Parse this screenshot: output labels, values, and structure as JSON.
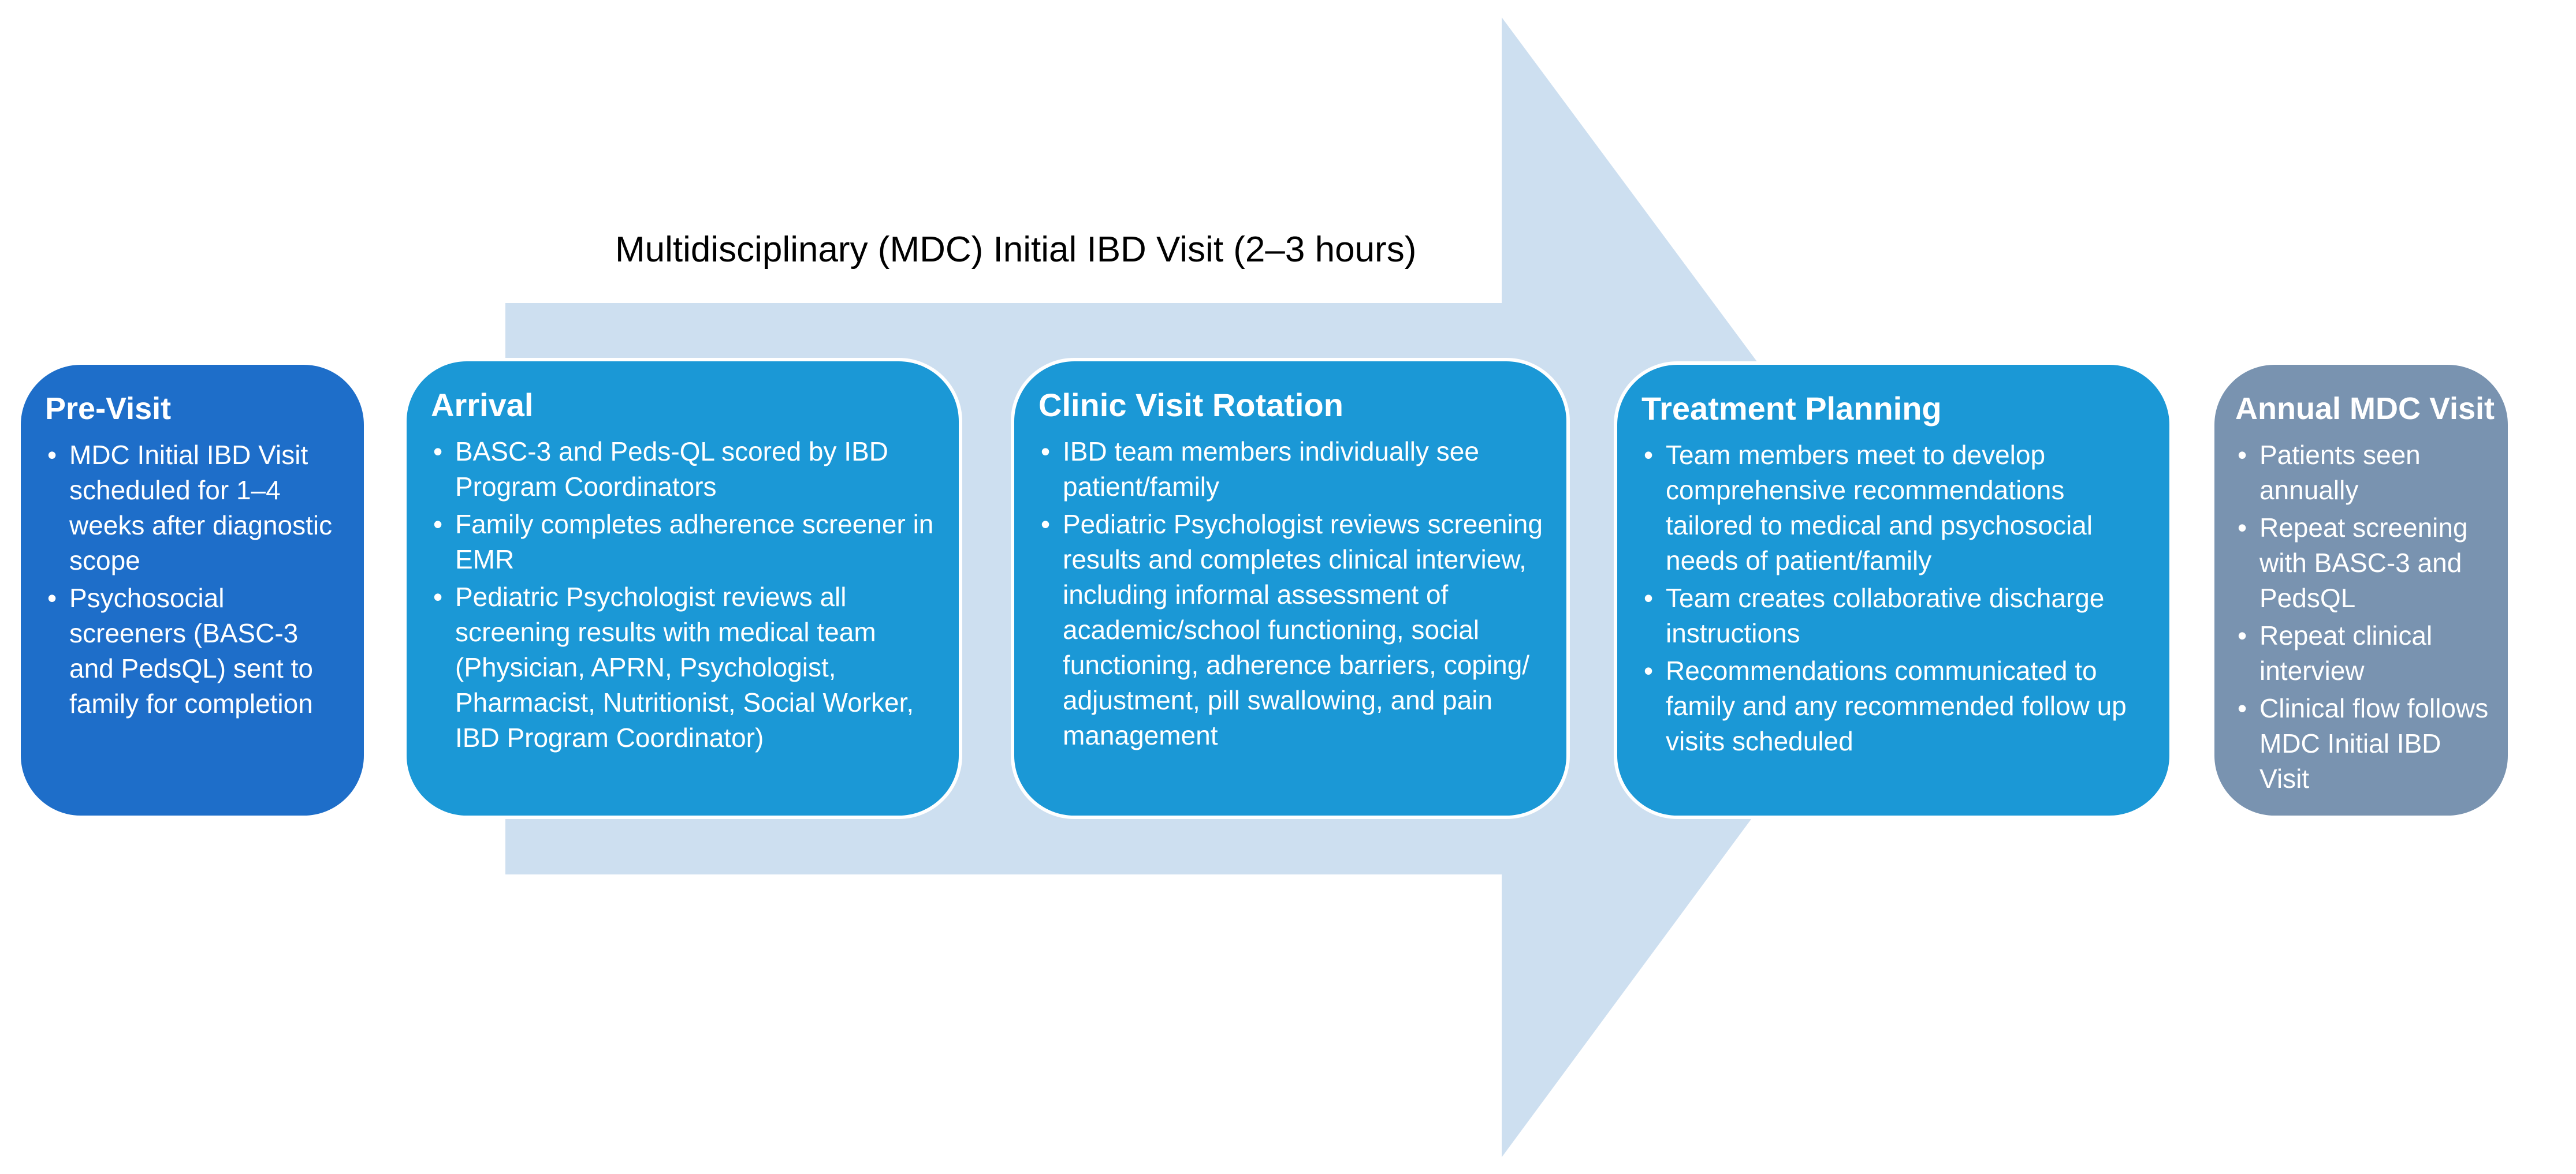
{
  "banner": {
    "title": "Multidisciplinary (MDC) Initial IBD Visit (2–3 hours)"
  },
  "colors": {
    "arrow": "#cddff0",
    "pre_visit": "#1e6ec9",
    "mdc_stage": "#1b98d6",
    "annual": "#7993b0",
    "text": "#ffffff"
  },
  "stages": {
    "pre_visit": {
      "title": "Pre-Visit",
      "items": [
        "MDC Initial IBD Visit scheduled for 1–4 weeks after diagnostic scope",
        "Psychosocial screeners (BASC-3 and PedsQL) sent to family for completion"
      ]
    },
    "arrival": {
      "title": "Arrival",
      "items": [
        "BASC-3 and Peds-QL scored by IBD Program Coordinators",
        "Family completes adherence screener in EMR",
        "Pediatric Psychologist reviews all screening results with medical team (Physician, APRN, Psychologist, Pharmacist,  Nutritionist, Social Worker,   IBD Program Coordinator)"
      ]
    },
    "clinic": {
      "title": "Clinic Visit Rotation",
      "items": [
        "IBD team members individually see patient/family",
        "Pediatric Psychologist reviews screening results and completes clinical interview, including informal assessment of academic/school functioning, social functioning, adherence barriers, coping/ adjustment, pill swallowing, and pain management"
      ]
    },
    "treatment": {
      "title": "Treatment Planning",
      "items": [
        "Team members meet to develop comprehensive recommendations tailored to medical and psychosocial needs of patient/family",
        "Team creates collaborative discharge instructions",
        "Recommendations communicated to family and any recommended follow up visits scheduled"
      ]
    },
    "annual": {
      "title": "Annual MDC Visit",
      "items": [
        "Patients seen annually",
        "Repeat screening with BASC-3 and PedsQL",
        "Repeat clinical interview",
        "Clinical flow follows MDC Initial IBD Visit"
      ]
    }
  }
}
